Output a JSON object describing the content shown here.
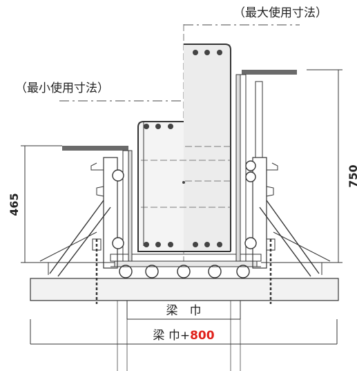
{
  "labels": {
    "max_size": "（最大使用寸法）",
    "min_size": "（最小使用寸法）",
    "dim_750": "750",
    "dim_465": "465",
    "beam_width": "梁　巾",
    "beam_width_plus_prefix": "梁 巾+",
    "beam_width_plus_value": "800"
  },
  "colors": {
    "line": "#333333",
    "accent_red": "#e0201a"
  }
}
